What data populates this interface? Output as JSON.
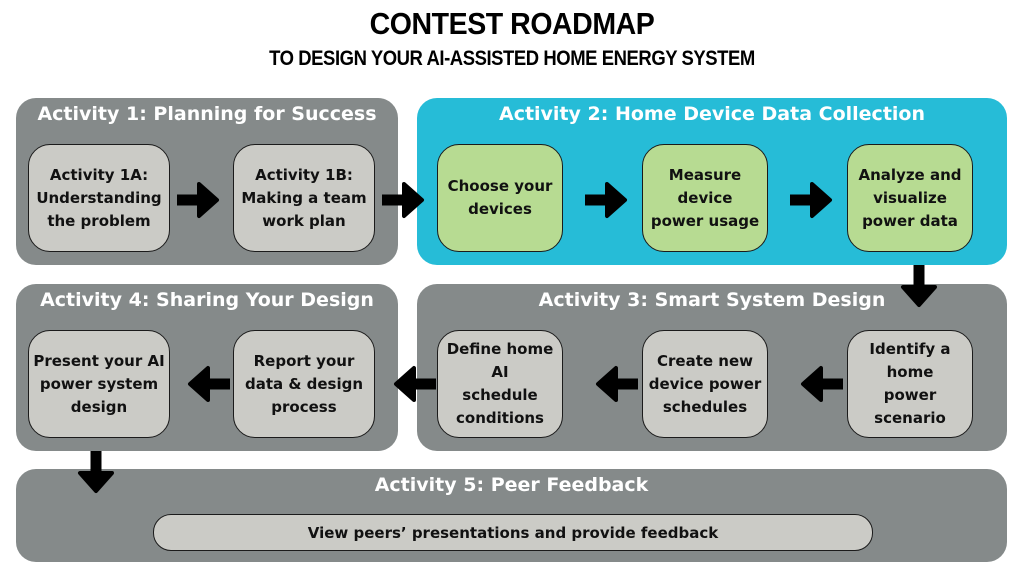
{
  "header": {
    "title": "CONTEST ROADMAP",
    "subtitle": "TO DESIGN YOUR AI-ASSISTED HOME ENERGY SYSTEM"
  },
  "colors": {
    "panel_gray": "#858a8a",
    "panel_cyan": "#26bcd7",
    "box_gray": "#cbcbc6",
    "box_green": "#b7db92",
    "arrow": "#000000"
  },
  "activities": [
    {
      "title": "Activity 1: Planning for Success",
      "steps": [
        "Activity 1A:\nUnderstanding\nthe problem",
        "Activity 1B:\nMaking a team\nwork plan"
      ]
    },
    {
      "title": "Activity 2: Home Device Data Collection",
      "steps": [
        "Choose your\ndevices",
        "Measure device\npower usage",
        "Analyze and\nvisualize\npower data"
      ]
    },
    {
      "title": "Activity 3: Smart System Design",
      "steps": [
        "Identify a home\npower scenario",
        "Create new\ndevice power\nschedules",
        "Define home AI\nschedule\nconditions"
      ]
    },
    {
      "title": "Activity 4: Sharing Your Design",
      "steps": [
        "Report your\ndata & design\nprocess",
        "Present your AI\npower system\ndesign"
      ]
    },
    {
      "title": "Activity 5: Peer Feedback",
      "steps": [
        "View peers’ presentations and provide feedback"
      ]
    }
  ]
}
